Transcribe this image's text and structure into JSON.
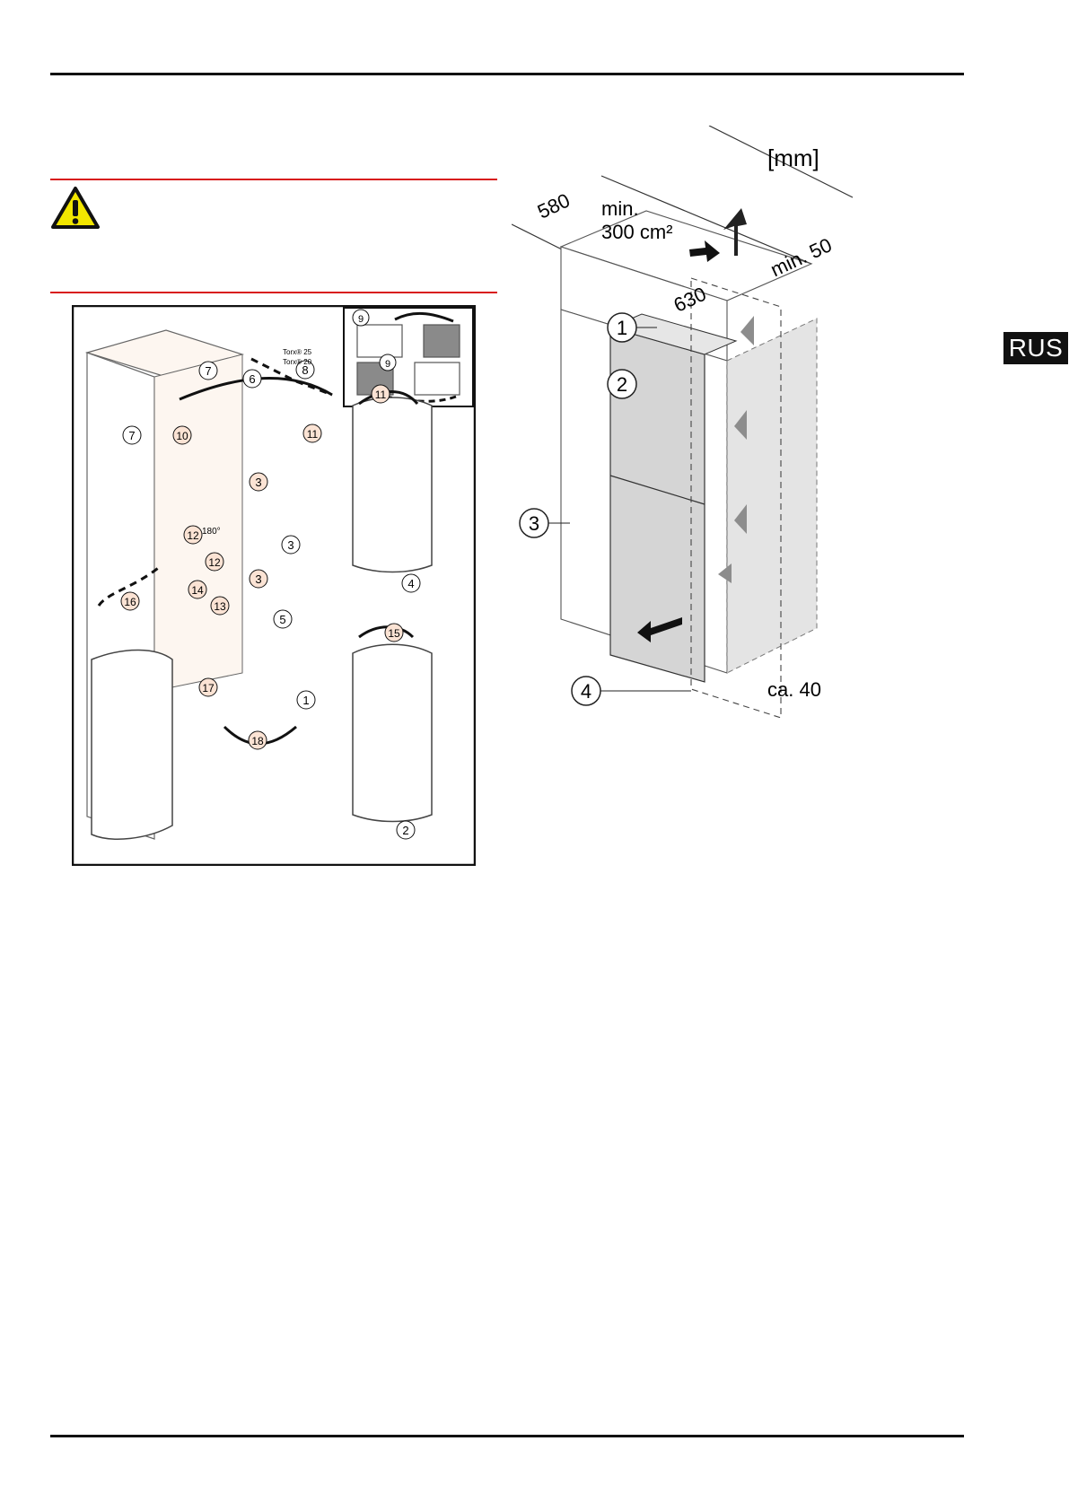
{
  "page": {
    "language_tab": "RUS"
  },
  "diagram_left": {
    "callouts": [
      "1",
      "2",
      "3",
      "4",
      "5",
      "6",
      "7",
      "8",
      "9",
      "10",
      "11",
      "12",
      "13",
      "14",
      "15",
      "16",
      "17",
      "18"
    ],
    "labels": {
      "angle": "180°",
      "torx_1": "Torx® 25",
      "torx_2": "Torx® 20"
    }
  },
  "diagram_right": {
    "unit": "[mm]",
    "dim_depth": "580",
    "dim_width": "630",
    "vent_label_1": "min.",
    "vent_label_2": "300 cm²",
    "dim_side": "min. 50",
    "dim_gap": "ca. 40",
    "callouts": [
      "1",
      "2",
      "3",
      "4"
    ]
  },
  "colors": {
    "warning_line": "#d81b1b",
    "warning_fill": "#f2e600",
    "badge_bg": "#111111"
  }
}
